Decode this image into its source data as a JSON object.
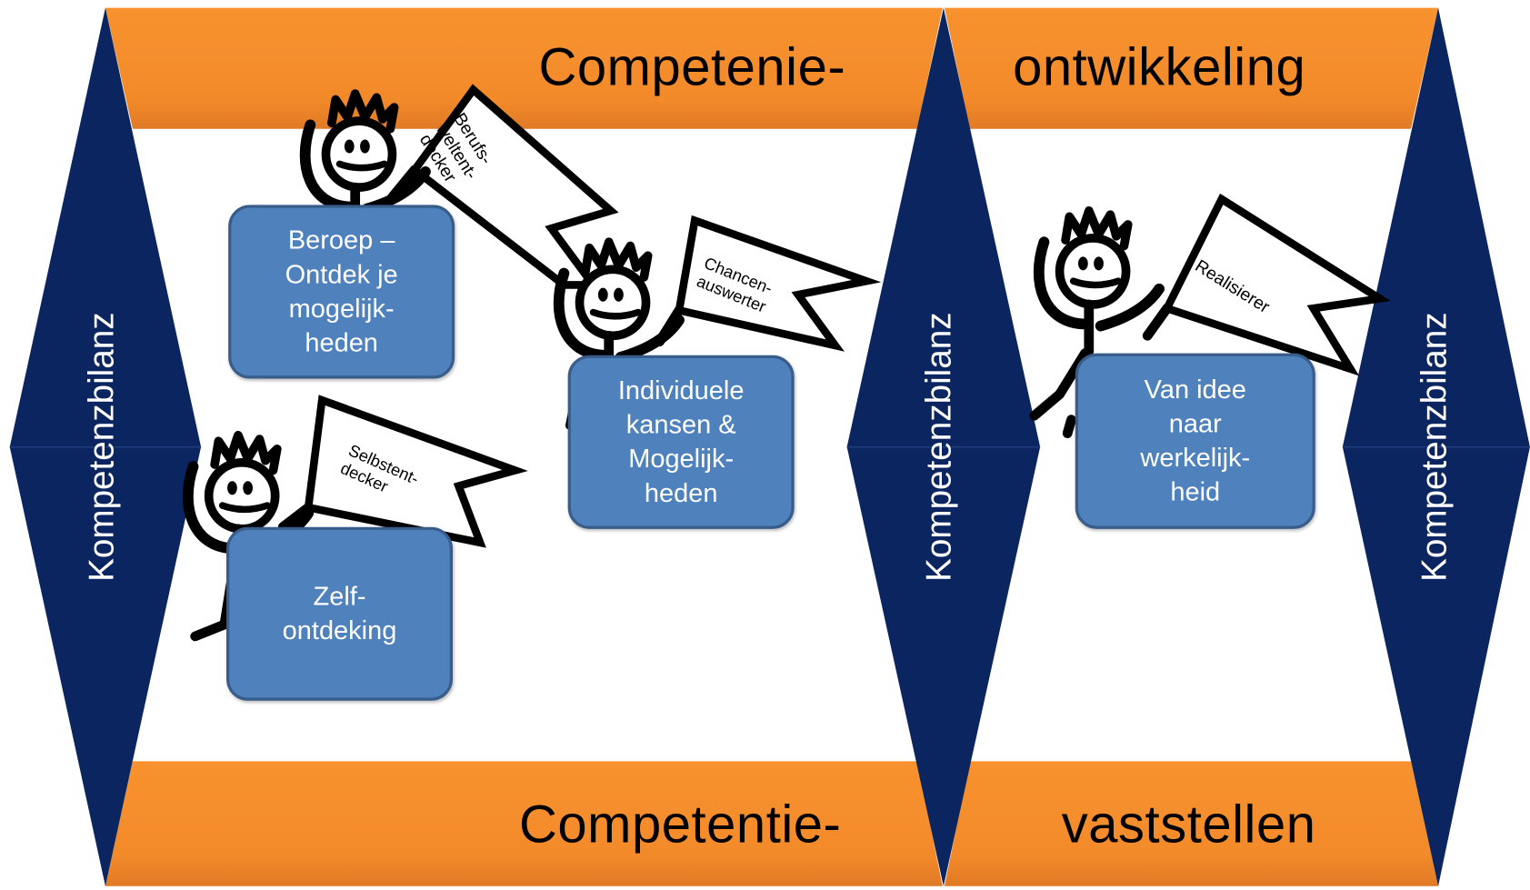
{
  "colors": {
    "orange": "#f7922e",
    "orange_dark": "#e8782b",
    "navy": "#0b2560",
    "box_fill": "#4f81bd",
    "box_border": "#385d8a"
  },
  "banners": {
    "top_left": "Competenie-",
    "top_right": "ontwikkeling",
    "bottom_left": "Competentie-",
    "bottom_right": "vaststellen"
  },
  "diamonds": {
    "left": "Kompetenzbilanz",
    "middle": "Kompetenzbilanz",
    "right": "Kompetenzbilanz"
  },
  "boxes": {
    "beroep": "Beroep –\nOntdek je\nmogelijk-\nheden",
    "zelf": "Zelf-\nontdeking",
    "individuele": "Individuele\nkansen &\nMogelijk-\nheden",
    "idee": "Van  idee\nnaar\nwerkelijk-\nheid"
  },
  "flags": {
    "berufs": "Berufs-\nweltent-\ndecker",
    "selbst": "Selbstent-\ndecker",
    "chancen": "Chancen-\nauswerter",
    "realisierer": "Realisierer"
  },
  "icons": {
    "figure": "stick-figure-icon",
    "flag": "pennant-flag-icon"
  }
}
